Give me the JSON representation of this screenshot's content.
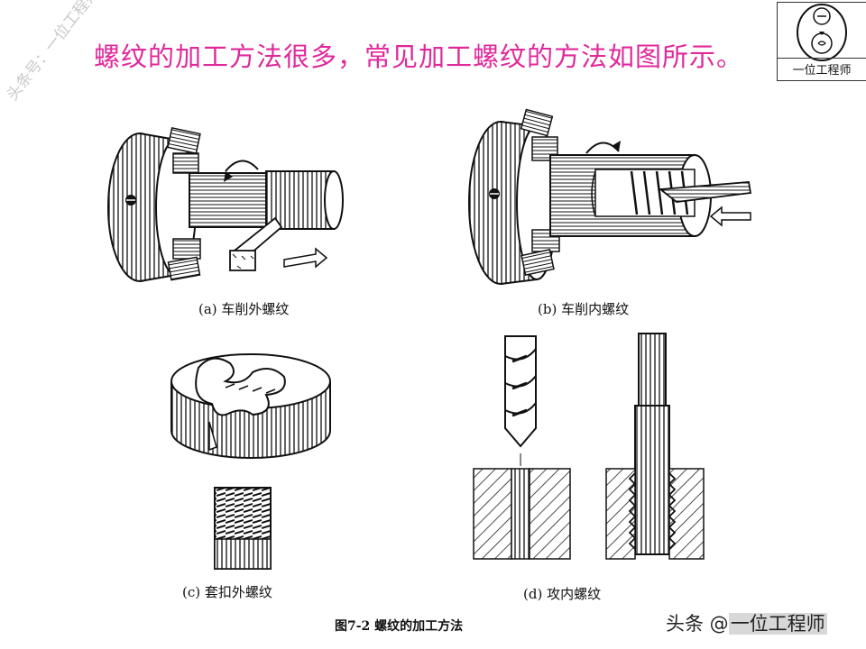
{
  "headline": "螺纹的加工方法很多，常见加工螺纹的方法如图所示。",
  "watermark": "头条号：一位工程师",
  "logo": {
    "label": "一位工程师"
  },
  "panels": {
    "a": {
      "caption": "(a)  车削外螺纹"
    },
    "b": {
      "caption": "(b)  车削内螺纹"
    },
    "c": {
      "caption": "(c)  套扣外螺纹"
    },
    "d": {
      "caption": "(d)  攻内螺纹"
    }
  },
  "figure_title": "图7-2 螺纹的加工方法",
  "source": {
    "prefix": "头条 @",
    "name": "一位工程师"
  },
  "colors": {
    "headline": "#e0299b",
    "line": "#111111",
    "watermark": "#c9c9c9"
  }
}
